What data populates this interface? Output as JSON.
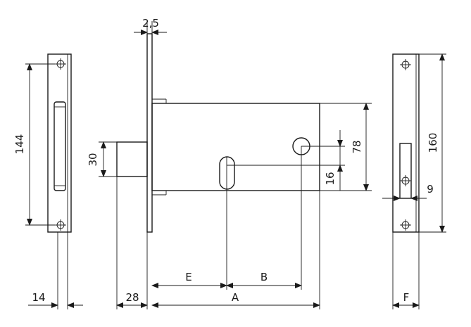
{
  "dimensions": {
    "faceplate_thickness": "2,5",
    "left_strike_hole_spacing": "144",
    "left_strike_width": "14",
    "bolt_height": "30",
    "backset_offset": "28",
    "case_height": "78",
    "spindle_offset": "16",
    "case_depth": "A",
    "spindle_to_keyhole": "B",
    "faceplate_to_keyhole": "E",
    "right_strike_length": "160",
    "right_strike_opening": "9",
    "right_strike_width": "F"
  }
}
